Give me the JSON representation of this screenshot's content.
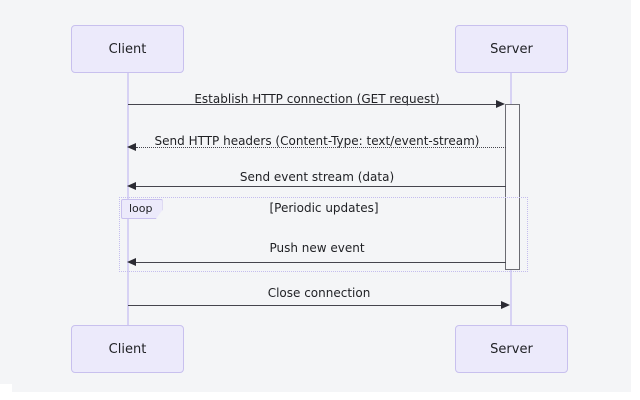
{
  "diagram": {
    "type": "sequence-diagram",
    "background_color": "#f4f5f7",
    "accent_color": "#eceafb",
    "accent_border_color": "#c8c0ee",
    "lifeline_color": "#d7d2f4",
    "line_color": "#45454d",
    "participants": [
      {
        "id": "client",
        "label": "Client"
      },
      {
        "id": "server",
        "label": "Server"
      }
    ],
    "participants_footer": [
      {
        "id": "client",
        "label": "Client"
      },
      {
        "id": "server",
        "label": "Server"
      }
    ],
    "messages": [
      {
        "index": 0,
        "label": "Establish HTTP connection (GET request)",
        "from": "client",
        "to": "server",
        "direction": "right",
        "style": "solid"
      },
      {
        "index": 1,
        "label": "Send HTTP headers (Content-Type: text/event-stream)",
        "from": "server",
        "to": "client",
        "direction": "left",
        "style": "dotted"
      },
      {
        "index": 2,
        "label": "Send event stream (data)",
        "from": "server",
        "to": "client",
        "direction": "left",
        "style": "solid"
      },
      {
        "index": 3,
        "label": "Push new event",
        "from": "server",
        "to": "client",
        "direction": "left",
        "style": "solid"
      },
      {
        "index": 4,
        "label": "Close connection",
        "from": "client",
        "to": "server",
        "direction": "right",
        "style": "solid"
      }
    ],
    "fragments": [
      {
        "id": "loop-1",
        "keyword": "loop",
        "condition": "[Periodic updates]"
      }
    ]
  }
}
